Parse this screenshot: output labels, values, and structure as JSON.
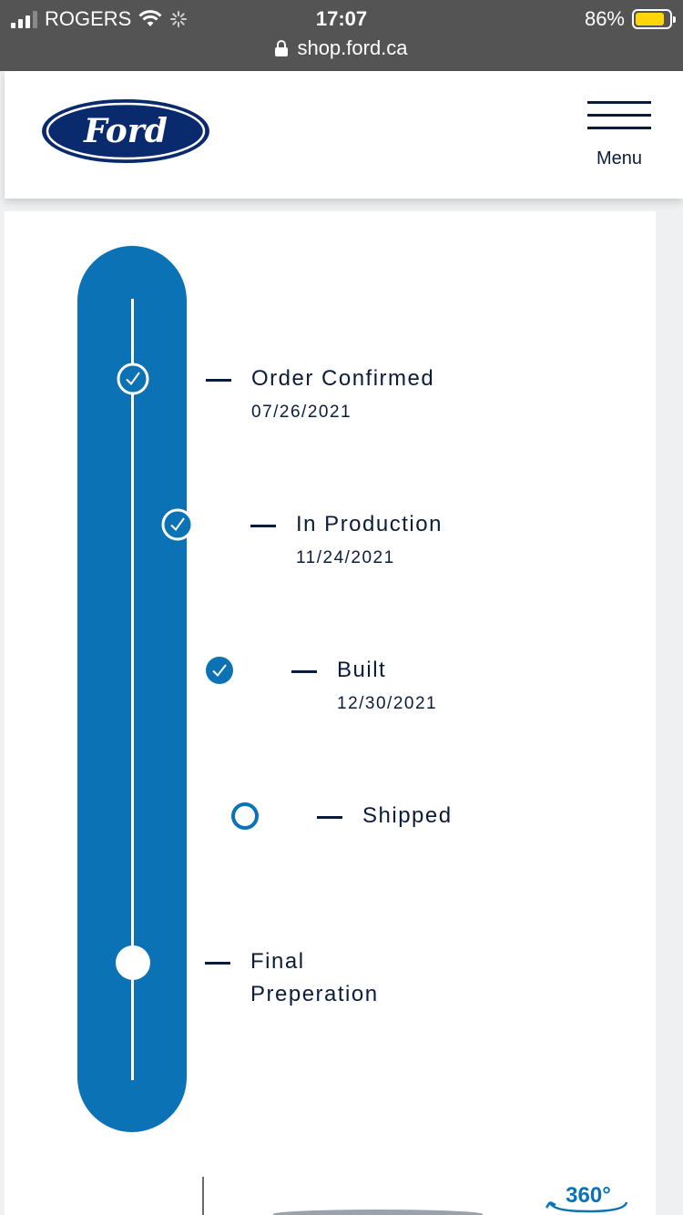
{
  "status_bar": {
    "carrier": "ROGERS",
    "time": "17:07",
    "battery_percent": "86%",
    "battery_level": 0.86,
    "battery_color": "#ffd60a",
    "url": "shop.ford.ca"
  },
  "header": {
    "logo_text": "Ford",
    "menu_label": "Menu"
  },
  "tracker": {
    "accent_color": "#0a72b5",
    "steps": [
      {
        "label": "Order Confirmed",
        "date": "07/26/2021",
        "state": "complete"
      },
      {
        "label": "In Production",
        "date": "11/24/2021",
        "state": "complete"
      },
      {
        "label": "Built",
        "date": "12/30/2021",
        "state": "complete"
      },
      {
        "label": "Shipped",
        "date": "",
        "state": "current"
      },
      {
        "label": "Final",
        "label_line2": "Preperation",
        "date": "",
        "state": "pending"
      }
    ]
  },
  "viewer": {
    "badge_text": "360°"
  }
}
